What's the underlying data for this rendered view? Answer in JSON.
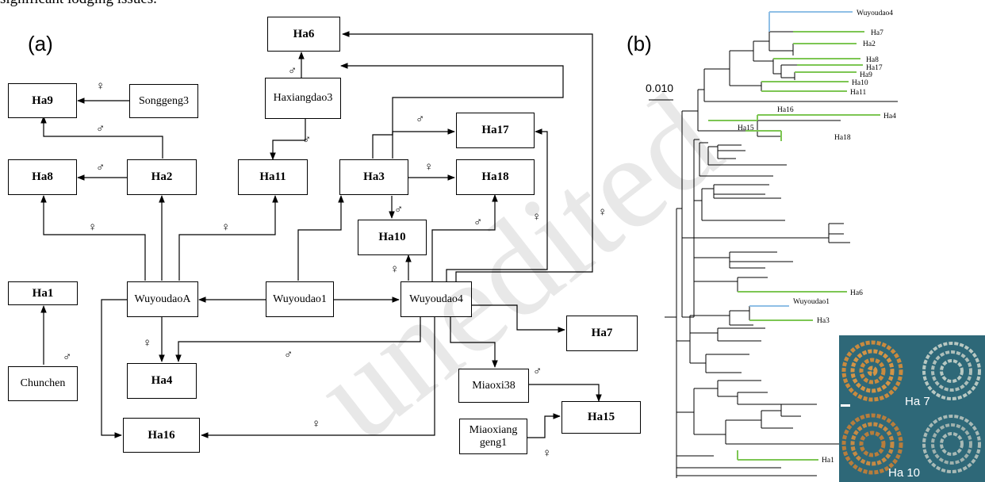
{
  "header_cut_text": "significant lodging issues.",
  "panel_a_label": "(a)",
  "panel_b_label": "(b)",
  "female_symbol": "♀",
  "male_symbol": "♂",
  "watermark": "unedited",
  "boxes": {
    "ha6": "Ha6",
    "ha9": "Ha9",
    "songgeng3": "Songgeng3",
    "haxiangdao3": "Haxiangdao3",
    "ha17": "Ha17",
    "ha8": "Ha8",
    "ha2": "Ha2",
    "ha11": "Ha11",
    "ha3": "Ha3",
    "ha18": "Ha18",
    "ha10": "Ha10",
    "ha1": "Ha1",
    "wuyoudaoA": "WuyoudaoA",
    "wuyoudao1": "Wuyoudao1",
    "wuyoudao4": "Wuyoudao4",
    "ha7": "Ha7",
    "chunchen": "Chunchen",
    "ha4": "Ha4",
    "miaoxi38": "Miaoxi38",
    "ha15": "Ha15",
    "miaoxiang_line1": "Miaoxiang",
    "miaoxiang_line2": "geng1",
    "ha16": "Ha16"
  },
  "tree": {
    "scale_value": "0.010",
    "tip_labels": {
      "wuyoudao4": "Wuyoudao4",
      "ha7": "Ha7",
      "ha2": "Ha2",
      "ha8": "Ha8",
      "ha17": "Ha17",
      "ha9": "Ha9",
      "ha10": "Ha10",
      "ha11": "Ha11",
      "ha16": "Ha16",
      "ha4": "Ha4",
      "ha15": "Ha15",
      "ha18": "Ha18",
      "ha6": "Ha6",
      "wuyoudao1": "Wuyoudao1",
      "ha3": "Ha3",
      "ha1": "Ha1"
    },
    "colors": {
      "hybrid_branch": "#7dc653",
      "parent_branch": "#8fbfe6",
      "other_branch": "#000000"
    }
  },
  "photo": {
    "label_top": "Ha 7",
    "label_bottom": "Ha 10"
  }
}
